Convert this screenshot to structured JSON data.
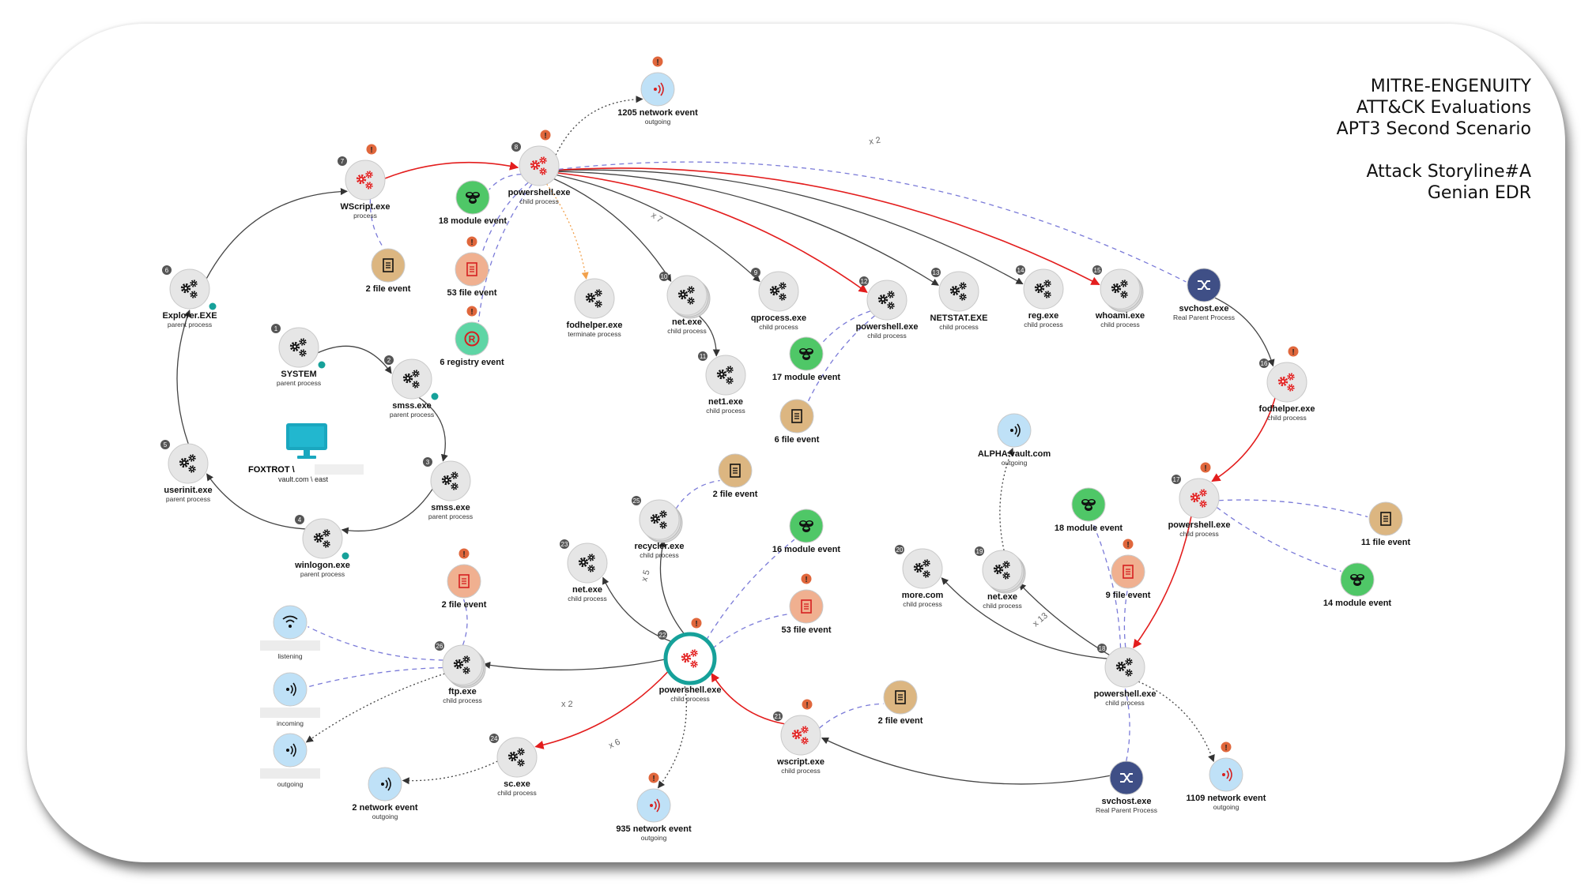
{
  "title": {
    "lines": [
      "MITRE-ENGENUITY",
      "ATT&CK Evaluations",
      "APT3 Second Scenario"
    ],
    "sublines": [
      "Attack Storyline#A",
      "Genian EDR"
    ]
  },
  "host": {
    "name": "FOXTROT \\",
    "domain": "vault.com \\ east"
  },
  "colors": {
    "gear_black": "#111111",
    "gear_red": "#e32222",
    "node_fill": "#e6e6e6",
    "file_fill": "#dcb681",
    "file_red_fill": "#f0b090",
    "module_fill": "#4fc767",
    "registry_fill": "#5fd5a5",
    "network_fill": "#bfe1f7",
    "svchost_fill": "#3f4f86",
    "alert": "#e0673c",
    "teal": "#16a19a",
    "edge_black": "#444444",
    "edge_red": "#e31d1d",
    "edge_blue_dashed": "#7a7ad8",
    "edge_orange": "#f2a14c"
  },
  "nodes": [
    {
      "id": "system",
      "kind": "proc",
      "num": "1",
      "label": "SYSTEM",
      "sub": "parent process",
      "teal": true
    },
    {
      "id": "smss1",
      "kind": "proc",
      "num": "2",
      "label": "smss.exe",
      "sub": "parent process",
      "teal": true
    },
    {
      "id": "smss2",
      "kind": "proc",
      "num": "3",
      "label": "smss.exe",
      "sub": "parent process"
    },
    {
      "id": "winlogon",
      "kind": "proc",
      "num": "4",
      "label": "winlogon.exe",
      "sub": "parent process",
      "teal": true
    },
    {
      "id": "userinit",
      "kind": "proc",
      "num": "5",
      "label": "userinit.exe",
      "sub": "parent process"
    },
    {
      "id": "explorer",
      "kind": "proc",
      "num": "6",
      "label": "Explorer.EXE",
      "sub": "parent process",
      "teal": true
    },
    {
      "id": "wscript1",
      "kind": "proc_red",
      "num": "7",
      "label": "WScript.exe",
      "sub": "process",
      "alert": true
    },
    {
      "id": "ps8",
      "kind": "proc_red",
      "num": "8",
      "label": "powershell.exe",
      "sub": "child process",
      "alert": true
    },
    {
      "id": "ps8net",
      "kind": "net",
      "label": "1205 network event",
      "sub": "outgoing",
      "alert": true
    },
    {
      "id": "ws1file",
      "kind": "file",
      "label": "2 file event"
    },
    {
      "id": "ps8mod",
      "kind": "module",
      "label": "18 module event"
    },
    {
      "id": "ps8file",
      "kind": "file_red",
      "label": "53 file event",
      "alert": true
    },
    {
      "id": "ps8reg",
      "kind": "registry",
      "label": "6 registry event",
      "alert": true
    },
    {
      "id": "fodhelper1",
      "kind": "proc",
      "label": "fodhelper.exe",
      "sub": "terminate process"
    },
    {
      "id": "net10",
      "kind": "proc_multi",
      "num": "10",
      "label": "net.exe",
      "sub": "child process"
    },
    {
      "id": "net1_11",
      "kind": "proc",
      "num": "11",
      "label": "net1.exe",
      "sub": "child process"
    },
    {
      "id": "qprocess",
      "kind": "proc",
      "num": "9",
      "label": "qprocess.exe",
      "sub": "child process"
    },
    {
      "id": "ps12",
      "kind": "proc",
      "num": "12",
      "label": "powershell.exe",
      "sub": "child process"
    },
    {
      "id": "ps12mod",
      "kind": "module",
      "label": "17 module event"
    },
    {
      "id": "ps12file",
      "kind": "file",
      "label": "6 file event"
    },
    {
      "id": "netstat",
      "kind": "proc",
      "num": "13",
      "label": "NETSTAT.EXE",
      "sub": "child process"
    },
    {
      "id": "reg",
      "kind": "proc",
      "num": "14",
      "label": "reg.exe",
      "sub": "child process"
    },
    {
      "id": "whoami",
      "kind": "proc_multi",
      "num": "15",
      "label": "whoami.exe",
      "sub": "child process"
    },
    {
      "id": "svchost1",
      "kind": "svchost",
      "label": "svchost.exe",
      "sub": "Real Parent Process"
    },
    {
      "id": "fodhelper16",
      "kind": "proc_red",
      "num": "16",
      "label": "fodhelper.exe",
      "sub": "child process",
      "alert": true
    },
    {
      "id": "ps17",
      "kind": "proc_red",
      "num": "17",
      "label": "powershell.exe",
      "sub": "child process",
      "alert": true
    },
    {
      "id": "ps17file",
      "kind": "file",
      "label": "11 file event"
    },
    {
      "id": "ps17mod",
      "kind": "module",
      "label": "14 module event"
    },
    {
      "id": "ps18",
      "kind": "proc",
      "num": "18",
      "label": "powershell.exe",
      "sub": "child process"
    },
    {
      "id": "ps18mod",
      "kind": "module",
      "label": "18 module event"
    },
    {
      "id": "ps18file",
      "kind": "file_red",
      "label": "9 file event",
      "alert": true
    },
    {
      "id": "ps18net",
      "kind": "net",
      "label": "1109 network event",
      "sub": "outgoing",
      "alert": true
    },
    {
      "id": "net19",
      "kind": "proc_multi",
      "num": "19",
      "label": "net.exe",
      "sub": "child process"
    },
    {
      "id": "alpha",
      "kind": "net",
      "label": "ALPHA.vault.com",
      "sub": "outgoing"
    },
    {
      "id": "more",
      "kind": "proc",
      "num": "20",
      "label": "more.com",
      "sub": "child process"
    },
    {
      "id": "svchost2",
      "kind": "svchost",
      "label": "svchost.exe",
      "sub": "Real Parent Process"
    },
    {
      "id": "ws21",
      "kind": "proc_red",
      "num": "21",
      "label": "wscript.exe",
      "sub": "child process",
      "alert": true
    },
    {
      "id": "ws21file",
      "kind": "file",
      "label": "2 file event"
    },
    {
      "id": "ps22",
      "kind": "proc_main",
      "num": "22",
      "label": "powershell.exe",
      "sub": "child process",
      "alert": true
    },
    {
      "id": "ps22net",
      "kind": "net",
      "label": "935 network event",
      "sub": "outgoing",
      "alert": true
    },
    {
      "id": "ps22mod",
      "kind": "module",
      "label": "16 module event"
    },
    {
      "id": "ps22file",
      "kind": "file_red",
      "label": "53 file event",
      "alert": true
    },
    {
      "id": "net23",
      "kind": "proc",
      "num": "23",
      "label": "net.exe",
      "sub": "child process"
    },
    {
      "id": "recycler",
      "kind": "proc_multi",
      "num": "25",
      "label": "recycler.exe",
      "sub": "child process"
    },
    {
      "id": "recfile",
      "kind": "file",
      "label": "2 file event"
    },
    {
      "id": "sc24",
      "kind": "proc",
      "num": "24",
      "label": "sc.exe",
      "sub": "child process"
    },
    {
      "id": "scnet",
      "kind": "net",
      "label": "2 network event",
      "sub": "outgoing"
    },
    {
      "id": "ftp26",
      "kind": "proc_multi",
      "num": "26",
      "label": "ftp.exe",
      "sub": "child process"
    },
    {
      "id": "ftpfile",
      "kind": "file_red",
      "label": "2 file event",
      "alert": true
    },
    {
      "id": "listen",
      "kind": "wifi",
      "label": "",
      "sub": "listening",
      "redact": true
    },
    {
      "id": "incoming",
      "kind": "net_in",
      "label": "",
      "sub": "incoming",
      "redact": true
    },
    {
      "id": "outgoing",
      "kind": "net",
      "label": "",
      "sub": "outgoing",
      "redact": true
    }
  ],
  "edge_labels": [
    "x 2",
    "x 7",
    "x 5",
    "x 2",
    "x 6",
    "x 13"
  ]
}
